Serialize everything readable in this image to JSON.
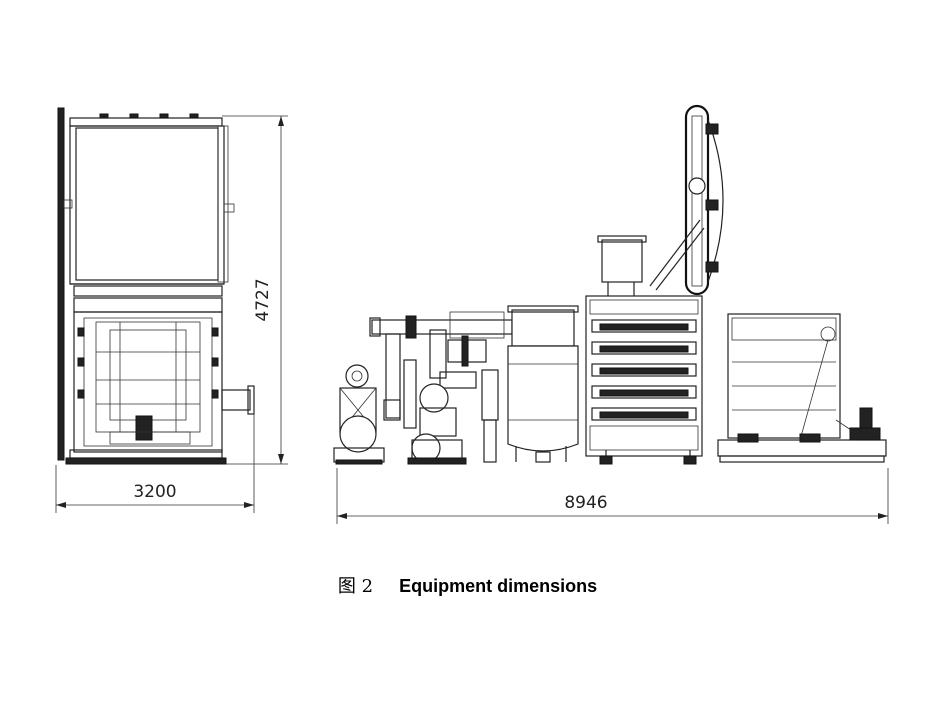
{
  "figure": {
    "dimensions": {
      "front_width": "3200",
      "front_height": "4727",
      "side_length": "8946"
    },
    "caption": {
      "figure_label": "图 2",
      "text": "Equipment dimensions"
    }
  }
}
